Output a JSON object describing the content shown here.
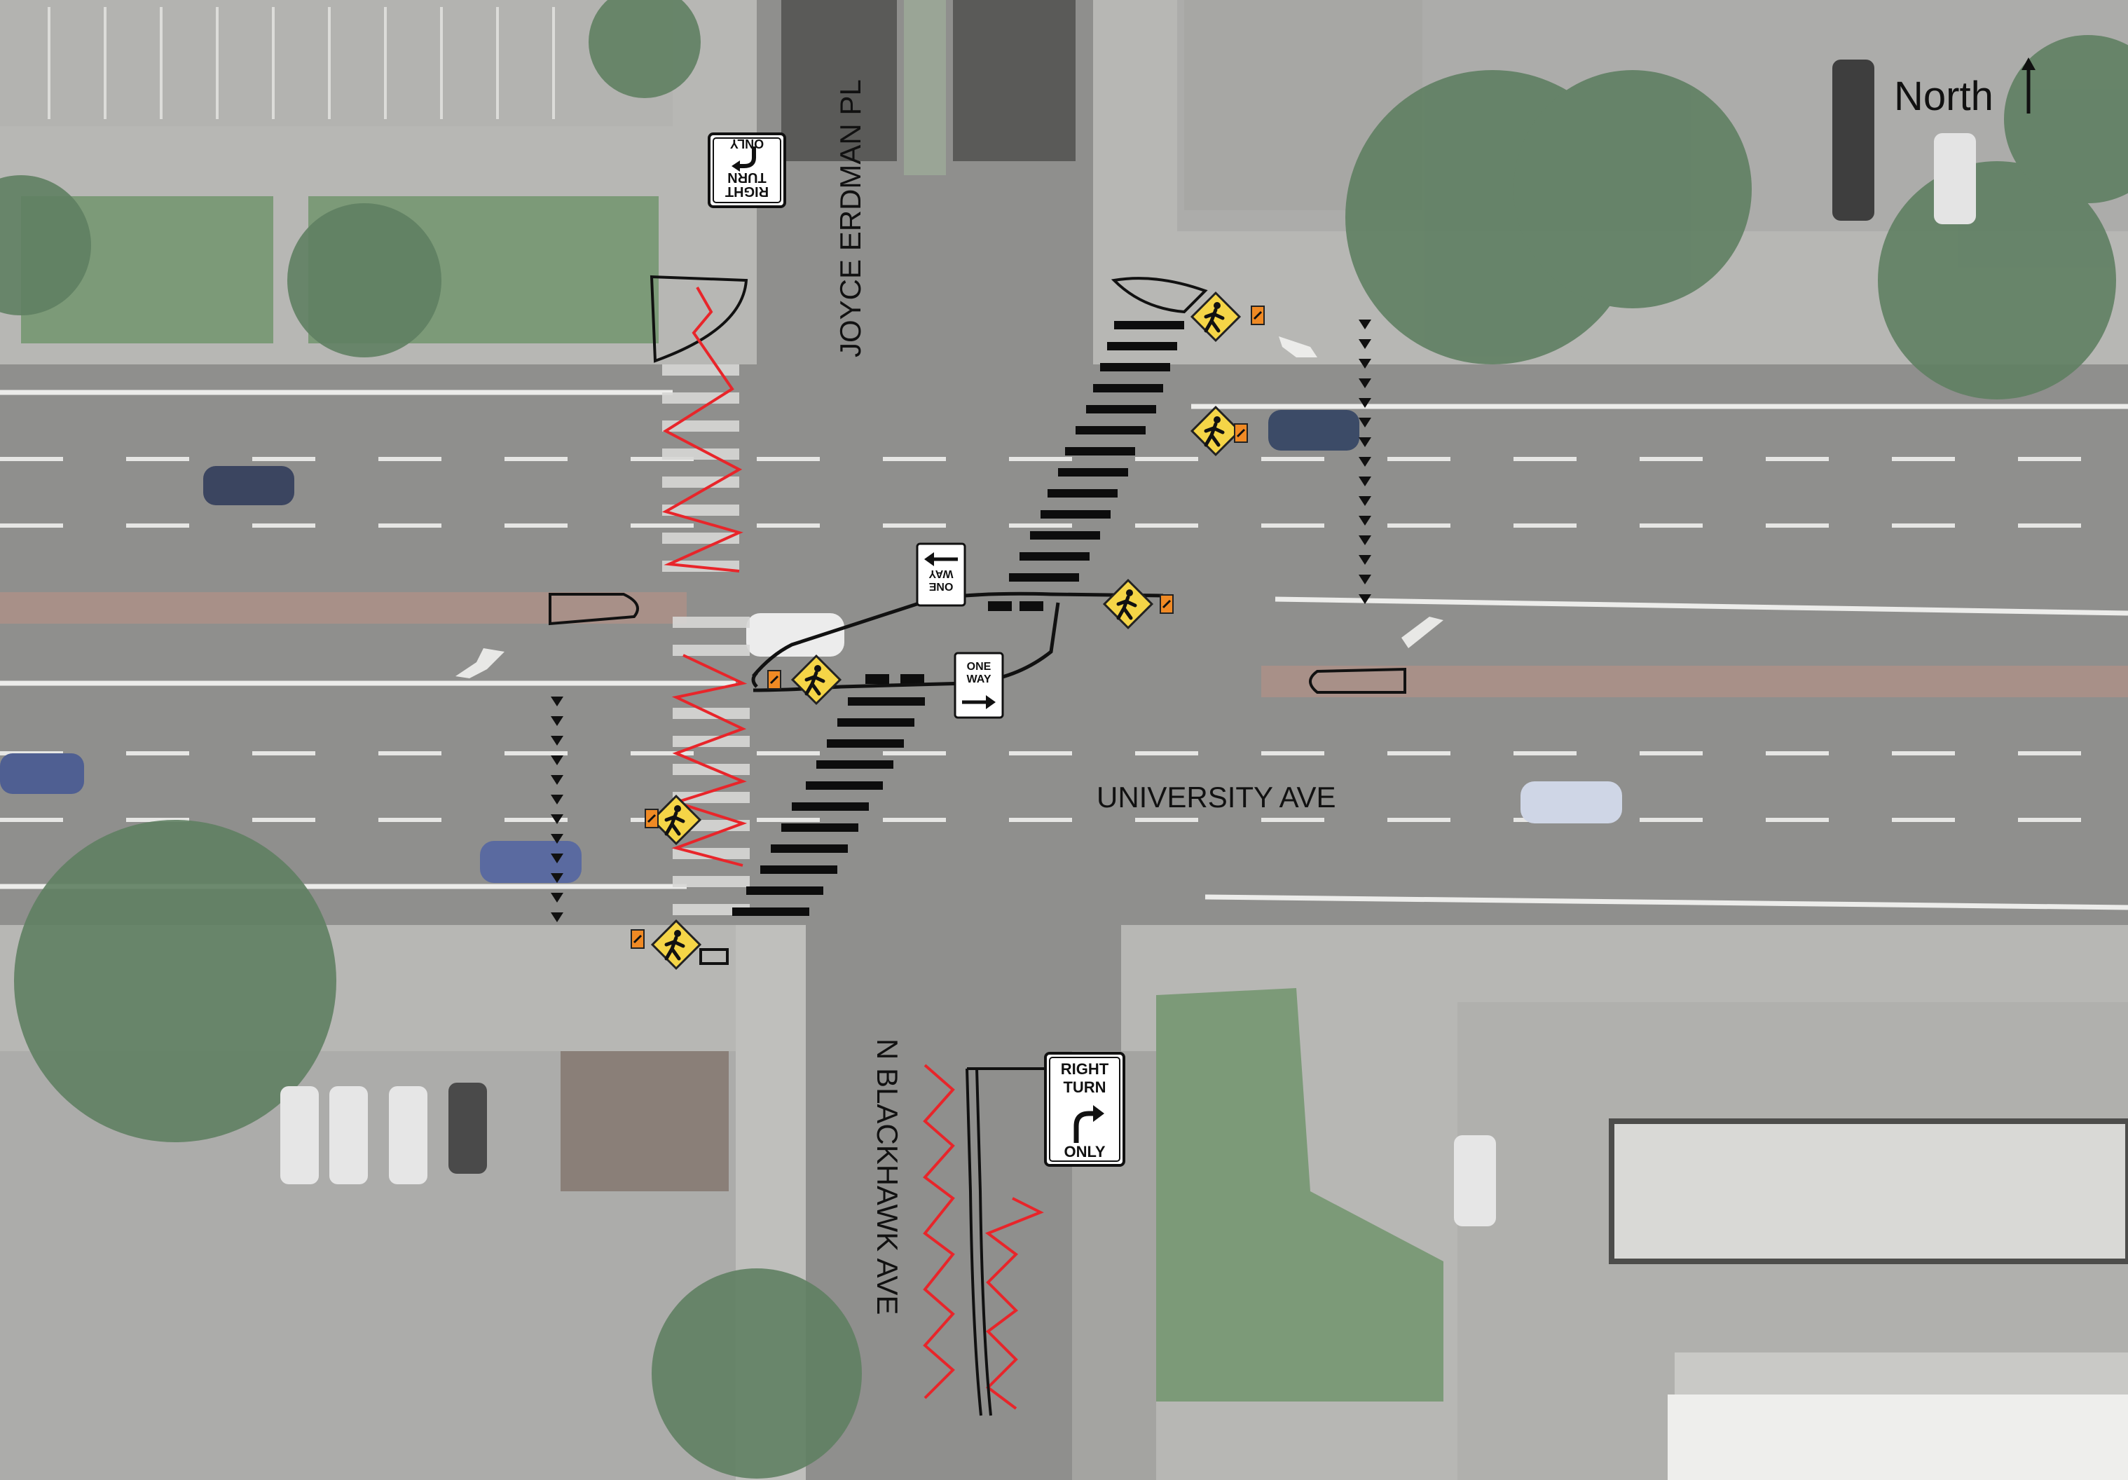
{
  "north_arrow": {
    "label": "North"
  },
  "streets": {
    "east_west": "UNIVERSITY AVE",
    "north_leg": "JOYCE ERDMAN PL",
    "south_leg": "N BLACKHAWK AVE"
  },
  "signs": {
    "right_turn_only_north": {
      "line1": "RIGHT",
      "line2": "TURN",
      "line3": "ONLY"
    },
    "right_turn_only_south": {
      "line1": "RIGHT",
      "line2": "TURN",
      "line3": "ONLY"
    },
    "one_way_upper": {
      "line1": "ONE",
      "line2": "WAY"
    },
    "one_way_lower": {
      "line1": "ONE",
      "line2": "WAY"
    }
  },
  "colors": {
    "zigzag": "#e8252a",
    "pedestrian_sign": "#f5d547",
    "beacon": "#f08a24",
    "road": "#8f8f8d",
    "grass": "#7c9a78",
    "tree": "#5f7f62",
    "parking": "#b0b0ad",
    "crosswalk": "#0d0d0d"
  }
}
